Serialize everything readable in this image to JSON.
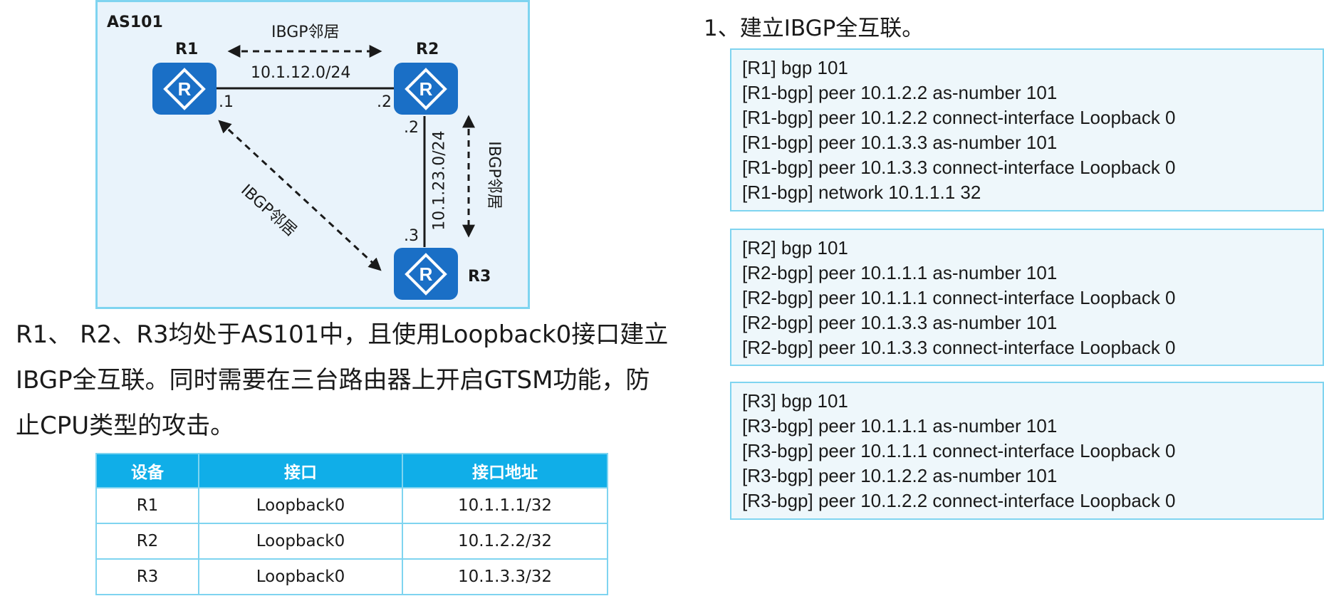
{
  "topology": {
    "as_label": "AS101",
    "routers": [
      {
        "name": "R1"
      },
      {
        "name": "R2"
      },
      {
        "name": "R3"
      }
    ],
    "router_icon_letter": "R",
    "links": {
      "r1_r2_subnet": "10.1.12.0/24",
      "r2_r3_subnet": "10.1.23.0/24"
    },
    "interface_labels": {
      "r1_to_r2": ".1",
      "r2_to_r1": ".2",
      "r2_to_r3": ".2",
      "r3_to_r2": ".3"
    },
    "ibgp_label": "IBGP邻居"
  },
  "description": "R1、 R2、R3均处于AS101中，且使用Loopback0接口建立IBGP全互联。同时需要在三台路由器上开启GTSM功能，防止CPU类型的攻击。",
  "table": {
    "headers": [
      "设备",
      "接口",
      "接口地址"
    ],
    "rows": [
      [
        "R1",
        "Loopback0",
        "10.1.1.1/32"
      ],
      [
        "R2",
        "Loopback0",
        "10.1.2.2/32"
      ],
      [
        "R3",
        "Loopback0",
        "10.1.3.3/32"
      ]
    ]
  },
  "step_title": "1、建立IBGP全互联。",
  "configs": [
    {
      "router": "R1",
      "lines": [
        "[R1] bgp 101",
        "[R1-bgp] peer 10.1.2.2 as-number 101",
        "[R1-bgp] peer 10.1.2.2 connect-interface Loopback 0",
        "[R1-bgp] peer 10.1.3.3 as-number 101",
        "[R1-bgp] peer 10.1.3.3 connect-interface Loopback 0",
        "[R1-bgp] network 10.1.1.1 32"
      ]
    },
    {
      "router": "R2",
      "lines": [
        "[R2] bgp 101",
        "[R2-bgp] peer 10.1.1.1 as-number 101",
        "[R2-bgp] peer 10.1.1.1 connect-interface Loopback 0",
        "[R2-bgp] peer 10.1.3.3 as-number 101",
        "[R2-bgp] peer 10.1.3.3 connect-interface Loopback 0"
      ]
    },
    {
      "router": "R3",
      "lines": [
        "[R3] bgp 101",
        "[R3-bgp] peer 10.1.1.1 as-number 101",
        "[R3-bgp] peer 10.1.1.1 connect-interface Loopback 0",
        "[R3-bgp] peer 10.1.2.2 as-number 101",
        "[R3-bgp] peer 10.1.2.2 connect-interface Loopback 0"
      ]
    }
  ],
  "colors": {
    "router_fill": "#1a6fc6",
    "topology_bg": "#e9f3fb",
    "border": "#7fd4f0",
    "table_header": "#10aee8"
  }
}
